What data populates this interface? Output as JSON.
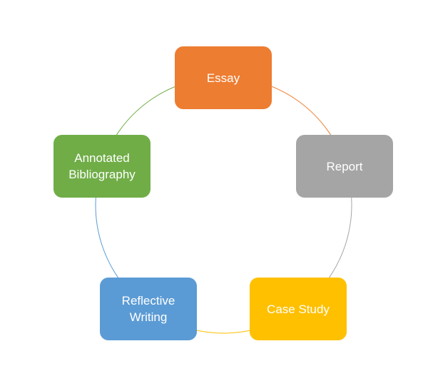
{
  "diagram": {
    "type": "cycle",
    "nodes": [
      {
        "label": "Essay",
        "color": "#ED7D31"
      },
      {
        "label": "Report",
        "color": "#A5A5A5"
      },
      {
        "label": "Case Study",
        "color": "#FFC000"
      },
      {
        "label": "Reflective Writing",
        "color": "#5B9BD5"
      },
      {
        "label": "Annotated Bibliography",
        "color": "#70AD47"
      }
    ]
  }
}
